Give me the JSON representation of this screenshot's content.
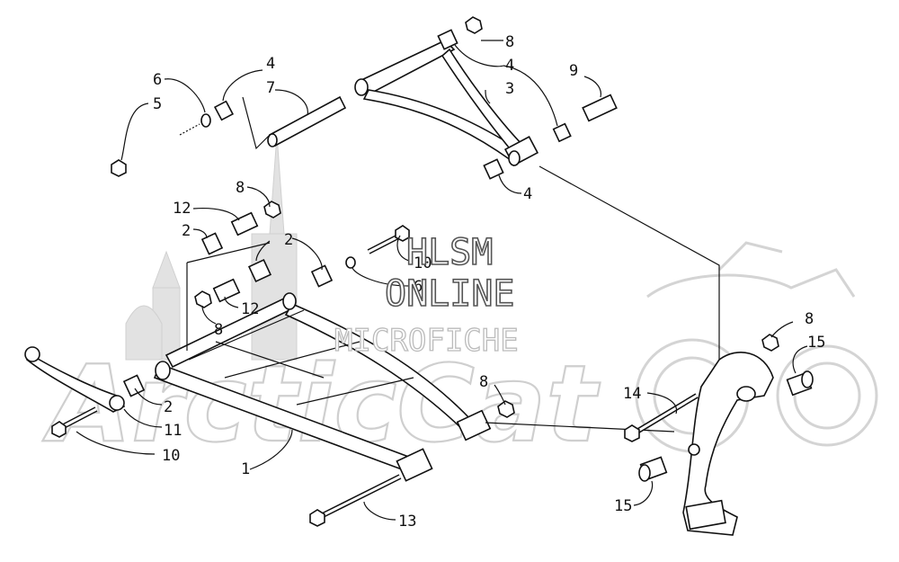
{
  "watermark": {
    "line1": "HLSM",
    "line2": "ONLINE",
    "line3": "MICROFICHE",
    "brand": "ArcticCat",
    "color_dark": "#555555",
    "color_light": "#cfcfcf"
  },
  "callouts": {
    "c6_top": "6",
    "c5": "5",
    "c4_left": "4",
    "c7": "7",
    "c8_top": "8",
    "c4_topright": "4",
    "c3": "3",
    "c9": "9",
    "c4_lower": "4",
    "c8_mid": "8",
    "c12_top": "12",
    "c2_upper": "2",
    "c2_mid": "2",
    "c10_mid": "10",
    "c6_mid": "6",
    "c12_low": "12",
    "c8_left": "8",
    "c8_right": "8",
    "c15_top": "15",
    "c14": "14",
    "c8_arm": "8",
    "c2_low": "2",
    "c11": "11",
    "c10_low": "10",
    "c1": "1",
    "c15_low": "15",
    "c13": "13"
  }
}
